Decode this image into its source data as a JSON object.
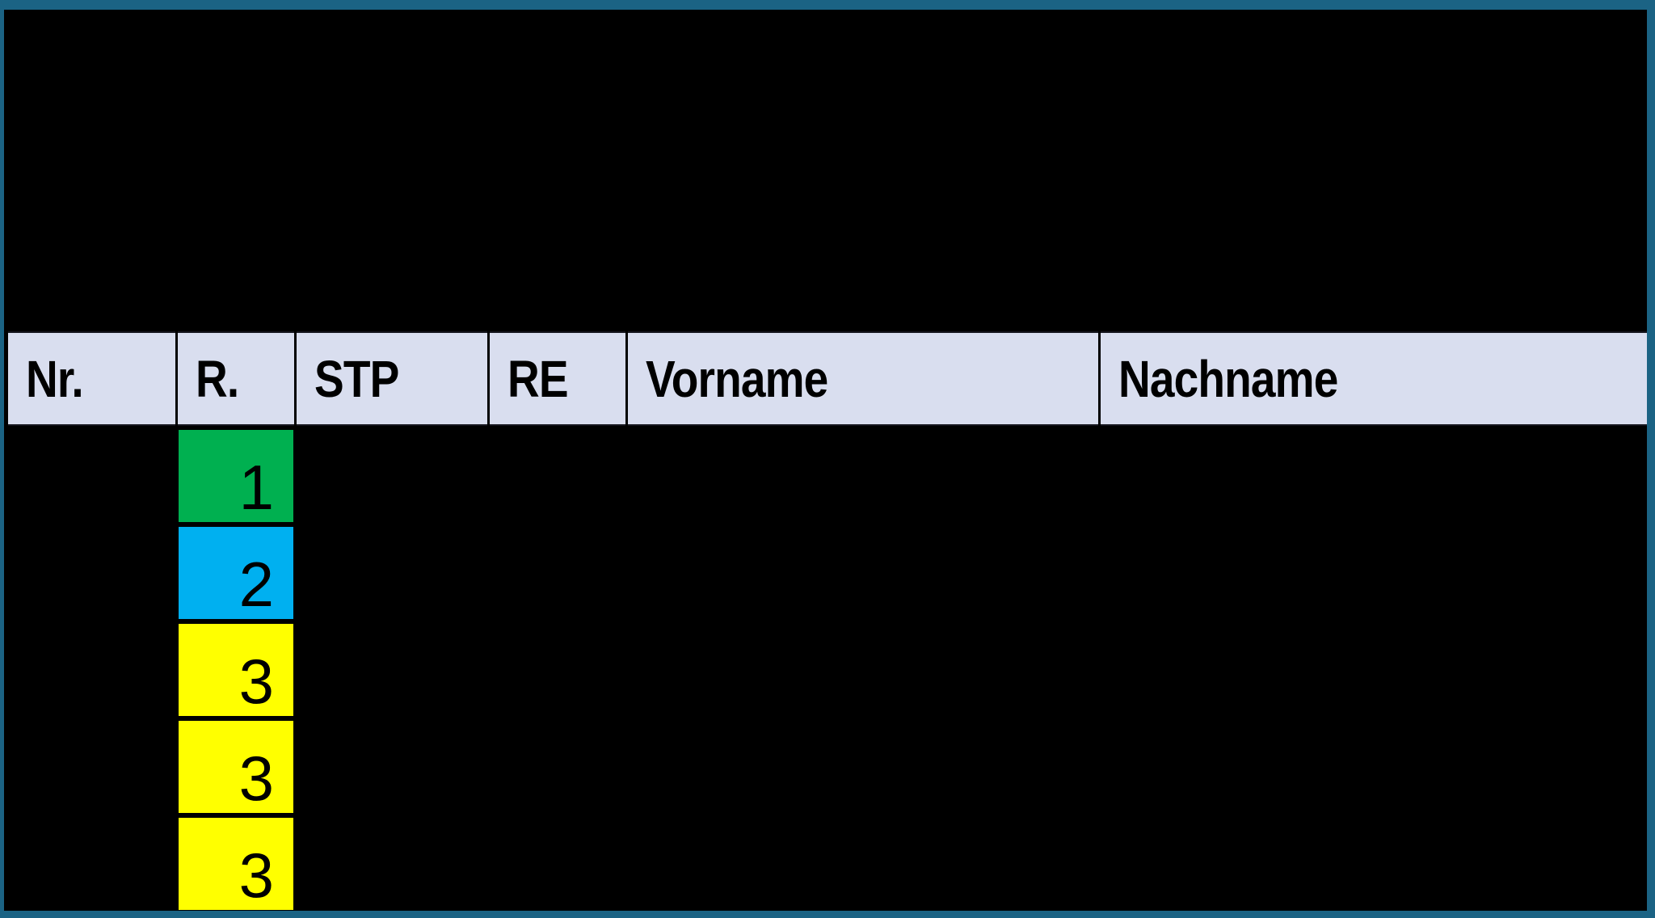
{
  "table": {
    "columns": [
      {
        "id": "nr",
        "label": "Nr."
      },
      {
        "id": "r",
        "label": "R."
      },
      {
        "id": "stp",
        "label": "STP"
      },
      {
        "id": "re",
        "label": "RE"
      },
      {
        "id": "vorname",
        "label": "Vorname"
      },
      {
        "id": "nachname",
        "label": "Nachname"
      }
    ],
    "rows": [
      {
        "r_value": "1",
        "r_color": "#00B050"
      },
      {
        "r_value": "2",
        "r_color": "#00B0F0"
      },
      {
        "r_value": "3",
        "r_color": "#FFFF00"
      },
      {
        "r_value": "3",
        "r_color": "#FFFF00"
      },
      {
        "r_value": "3",
        "r_color": "#FFFF00"
      }
    ]
  },
  "colors": {
    "background": "#000000",
    "frame_border": "#1B6384",
    "header_bg": "#D9DEEF",
    "header_text": "#000000",
    "cell_text": "#000000",
    "rank1_green": "#00B050",
    "rank2_blue": "#00B0F0",
    "rank3_yellow": "#FFFF00"
  }
}
